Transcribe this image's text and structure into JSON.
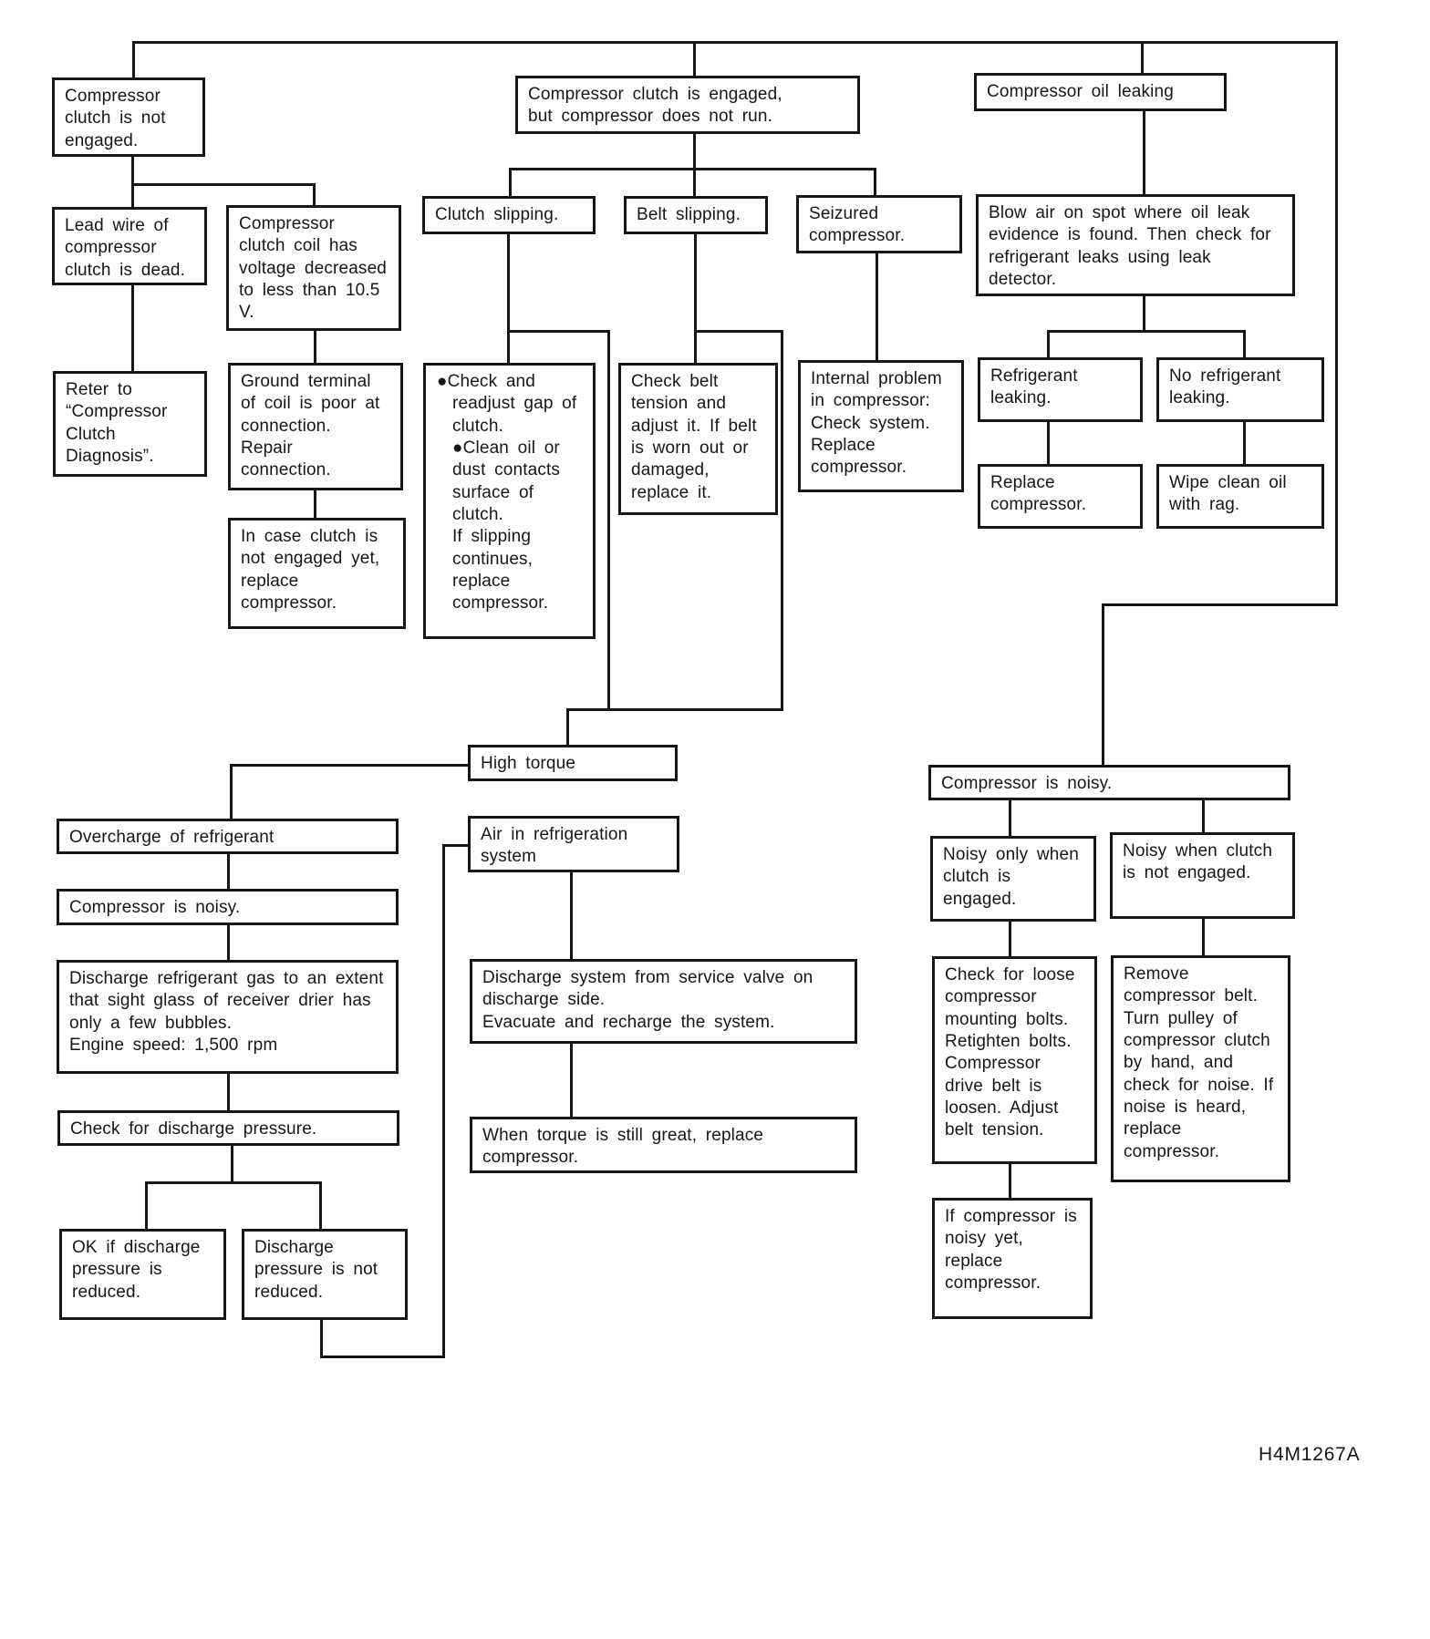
{
  "diagram": {
    "figure_code": "H4M1267A",
    "colors": {
      "ink": "#161616",
      "paper": "#ffffff"
    },
    "nodes": {
      "a1": {
        "label": "Compressor clutch is not engaged."
      },
      "a2": {
        "label": "Lead wire of compressor clutch is dead."
      },
      "a3": {
        "label": "Reter to “Compressor Clutch Diagnosis”."
      },
      "a4": {
        "label": "Compressor clutch coil has voltage decreased to less than 10.5 V."
      },
      "a5": {
        "label": "Ground terminal of coil is poor at connection.\nRepair\nconnection."
      },
      "a6": {
        "label": "In case clutch is not engaged yet, replace compressor."
      },
      "b1": {
        "label": "Compressor clutch is engaged,\nbut compressor does not run."
      },
      "b2": {
        "label": "Clutch slipping."
      },
      "b3": {
        "label": "Belt slipping."
      },
      "b4": {
        "label": "Seizured compressor."
      },
      "b5": {
        "label": "●Check and readjust gap of clutch.\n●Clean oil or dust contacts surface of clutch.\nIf slipping continues, replace compressor."
      },
      "b6": {
        "label": "Check belt tension and adjust it. If belt is worn out or damaged, replace it."
      },
      "b7": {
        "label": "Internal problem in compressor: Check system. Replace compressor."
      },
      "c1": {
        "label": "Compressor oil leaking"
      },
      "c2": {
        "label": "Blow air on spot where oil leak evidence is found. Then check for refrigerant leaks using leak detector."
      },
      "c3": {
        "label": "Refrigerant leaking."
      },
      "c4": {
        "label": "No refrigerant leaking."
      },
      "c5": {
        "label": "Replace compressor."
      },
      "c6": {
        "label": "Wipe clean oil with rag."
      },
      "d1": {
        "label": "High torque"
      },
      "d2": {
        "label": "Overcharge of refrigerant"
      },
      "d3": {
        "label": "Compressor is noisy."
      },
      "d4": {
        "label": "Discharge refrigerant gas to an extent that sight glass of receiver drier has only a few bubbles.\nEngine speed: 1,500 rpm"
      },
      "d5": {
        "label": "Check for discharge pressure."
      },
      "d6": {
        "label": "OK if discharge pressure is reduced."
      },
      "d7": {
        "label": "Discharge pressure is not reduced."
      },
      "e1": {
        "label": "Air in refrigeration system"
      },
      "e2": {
        "label": "Discharge system from service valve on discharge side.\nEvacuate and recharge the system."
      },
      "e3": {
        "label": "When torque is still great, replace compressor."
      },
      "f1": {
        "label": "Compressor is noisy."
      },
      "f2": {
        "label": "Noisy only when clutch is engaged."
      },
      "f3": {
        "label": "Noisy when clutch is not engaged."
      },
      "f4": {
        "label": "Check for loose compressor mounting bolts. Retighten bolts. Compressor drive belt is loosen. Adjust belt tension."
      },
      "f5": {
        "label": "Remove compressor belt. Turn pulley of compressor clutch by hand, and check for noise. If noise is heard, replace compressor."
      },
      "f6": {
        "label": "If compressor is noisy yet, replace compressor."
      }
    }
  }
}
